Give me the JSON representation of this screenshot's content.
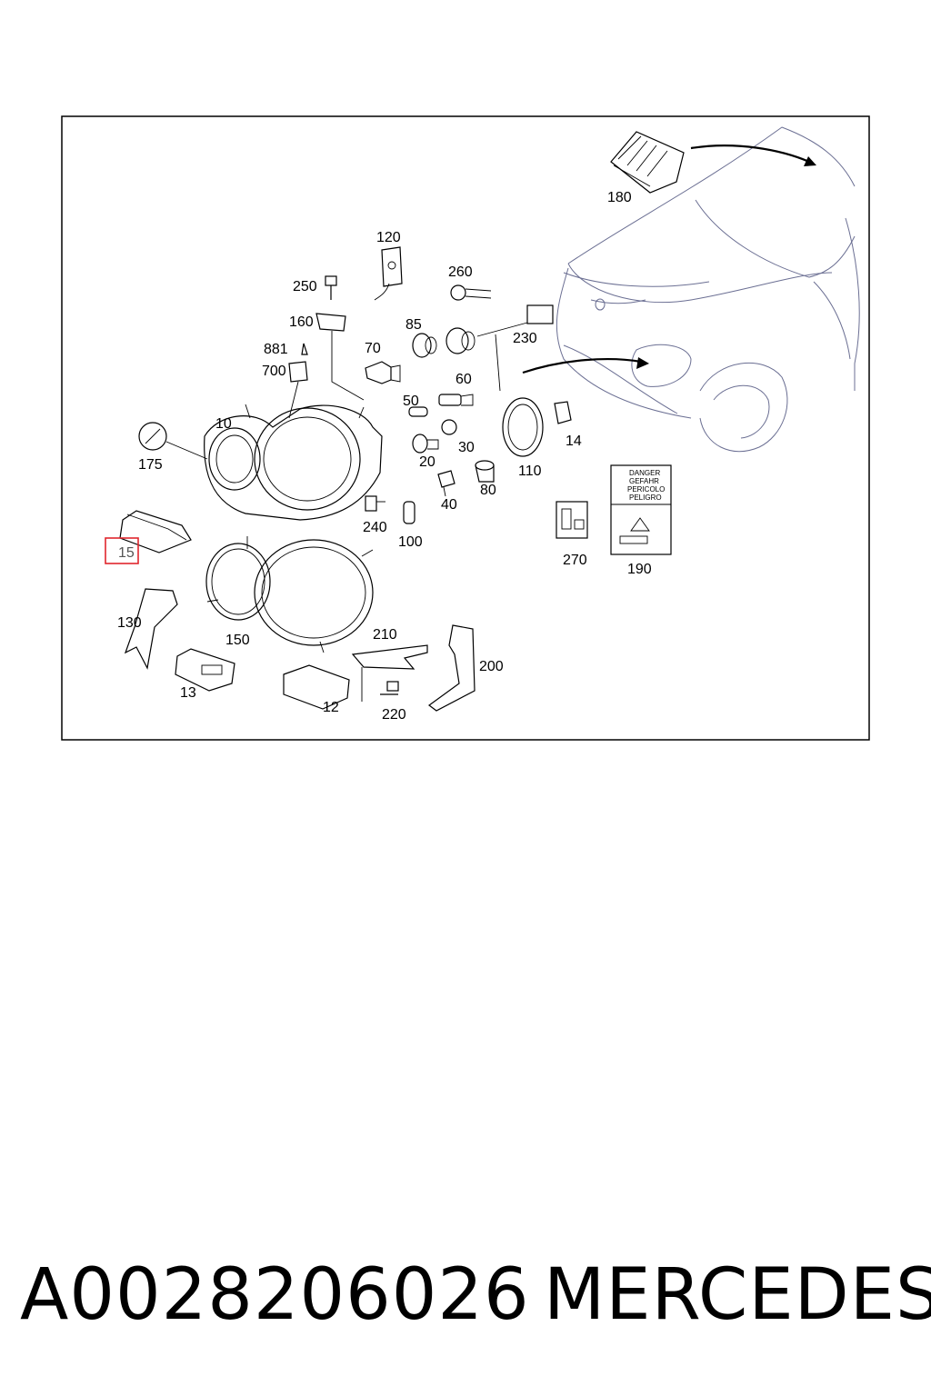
{
  "diagram": {
    "callouts": {
      "c180": "180",
      "c120": "120",
      "c260": "260",
      "c250": "250",
      "c160": "160",
      "c85": "85",
      "c230": "230",
      "c881": "881",
      "c70": "70",
      "c700": "700",
      "c60": "60",
      "c50": "50",
      "c10": "10",
      "c30": "30",
      "c14": "14",
      "c175": "175",
      "c20": "20",
      "c110": "110",
      "c80": "80",
      "c240": "240",
      "c40": "40",
      "c100": "100",
      "c15": "15",
      "c270": "270",
      "c190": "190",
      "c130": "130",
      "c150": "150",
      "c210": "210",
      "c200": "200",
      "c13": "13",
      "c12": "12",
      "c220": "220"
    },
    "highlighted_callout": "15",
    "highlight_color": "#e0262d",
    "warning_label": {
      "line1": "DANGER",
      "line2": "GEFAHR",
      "line3": "PERICOLO",
      "line4": "PELIGRO"
    }
  },
  "footer": {
    "part_number": "A0028206026",
    "brand": "MERCEDES"
  }
}
